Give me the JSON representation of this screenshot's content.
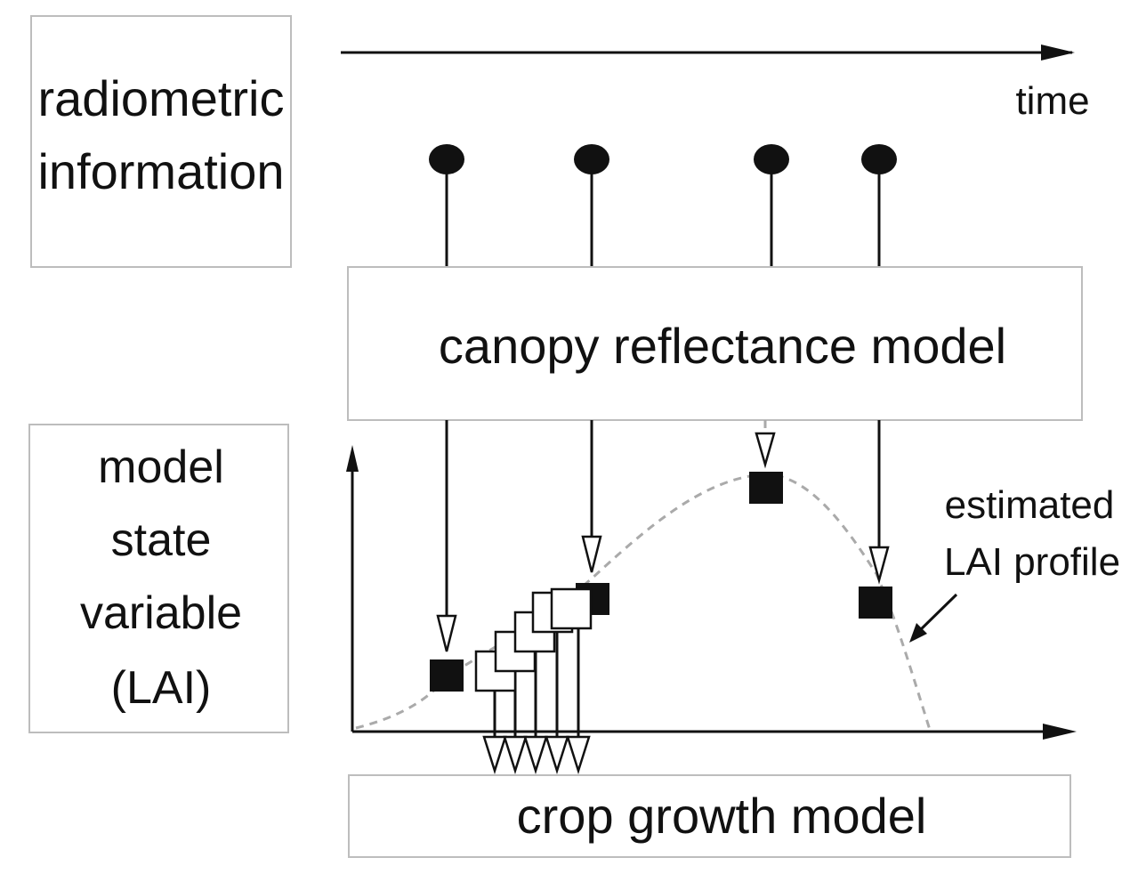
{
  "labels": {
    "radiometric_line1": "radiometric",
    "radiometric_line2": "information",
    "time": "time",
    "canopy_model": "canopy reflectance model",
    "state_line1": "model",
    "state_line2": "state",
    "state_line3": "variable",
    "state_line4": "(LAI)",
    "estimated_line1": "estimated",
    "estimated_line2": "LAI profile",
    "crop_model": "crop growth model"
  },
  "colors": {
    "line": "#111111",
    "box_border": "#bdbdbd",
    "profile": "#aaaaaa"
  }
}
